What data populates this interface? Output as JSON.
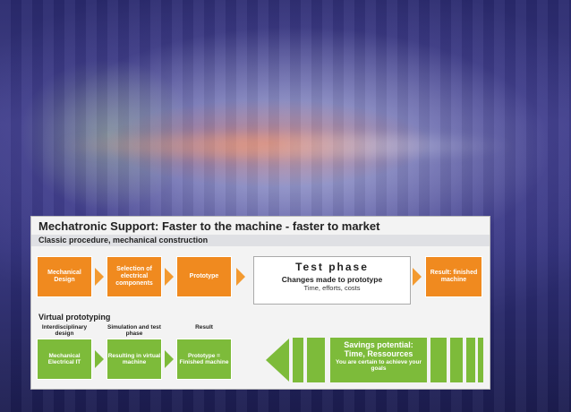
{
  "title": "Mechatronic Support: Faster to the machine - faster to market",
  "classic": {
    "heading": "Classic procedure, mechanical construction",
    "step1": "Mechanical Design",
    "step2": "Selection of electrical components",
    "step3": "Prototype",
    "test_title": "Test phase",
    "test_sub": "Changes made to prototype",
    "test_detail": "Time, efforts, costs",
    "result": "Result: finished machine"
  },
  "virtual": {
    "heading": "Virtual prototyping",
    "col1_label": "Interdisciplinary design",
    "col2_label": "Simulation and test phase",
    "col3_label": "Result",
    "step1": "Mechanical Electrical IT",
    "step2": "Resulting in virtual machine",
    "step3": "Prototype = Finished machine",
    "savings_title": "Savings potential:",
    "savings_value": "Time, Ressources",
    "savings_note": "You are certain to achieve your goals"
  },
  "colors": {
    "orange": "#f08a1f",
    "green": "#7dbb3a",
    "panel": "#f3f3f3"
  }
}
